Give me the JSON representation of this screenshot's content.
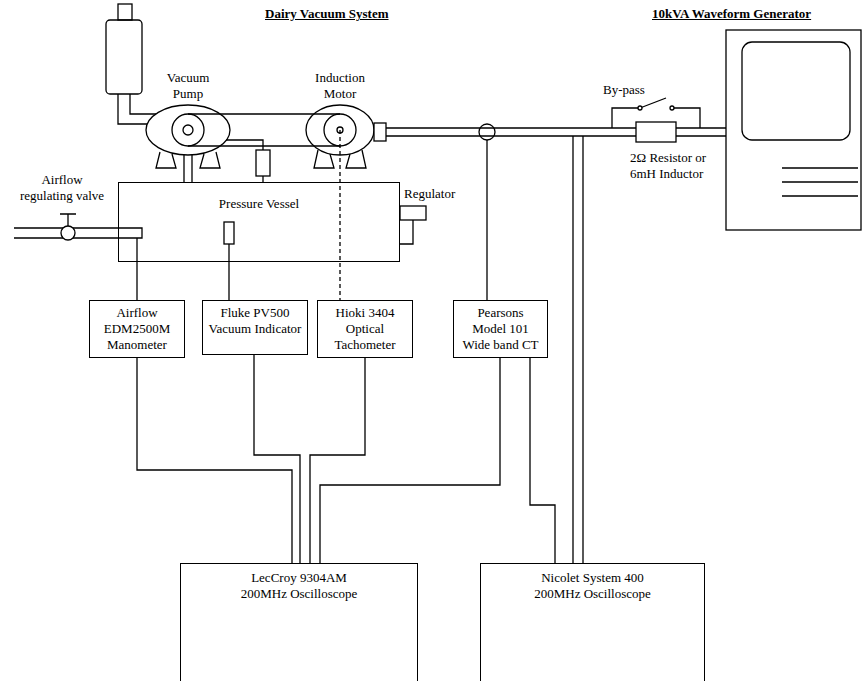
{
  "diagram": {
    "nodes": [
      {
        "text": [
          "Pressure Vessel"
        ]
      },
      {
        "text": [
          "Airflow EDM2500M Manometer"
        ]
      },
      {
        "text": [
          "Fluke PV500 Vacuum Indicator"
        ]
      },
      {
        "text": [
          "Hioki 3404 Optical Tachometer"
        ]
      },
      {
        "text": [
          "Pearsons Model 101 Wide band CT"
        ]
      },
      {
        "text": [
          "LecCroy 9304AM 200MHz Oscilloscope"
        ]
      },
      {
        "text": [
          "Nicolet System 400 200MHz Oscilloscope"
        ]
      }
    ],
    "edges": [
      {
        "from": 0,
        "to": 1,
        "arrow": "none"
      },
      {
        "from": 0,
        "to": 2,
        "arrow": "none"
      },
      {
        "from": 1,
        "to": 5,
        "arrow": "none"
      },
      {
        "from": 2,
        "to": 5,
        "arrow": "none"
      },
      {
        "from": 3,
        "to": 5,
        "arrow": "none"
      },
      {
        "from": 4,
        "to": 5,
        "arrow": "none"
      },
      {
        "from": 4,
        "to": 6,
        "arrow": "none"
      }
    ],
    "labels": [
      "Dairy Vacuum System",
      "10kVA Waveform Generator",
      "Vacuum Pump",
      "Induction Motor",
      "By-pass",
      "2Ω Resistor or 6mH Inductor",
      "Airflow regulating valve",
      "Regulator"
    ]
  }
}
